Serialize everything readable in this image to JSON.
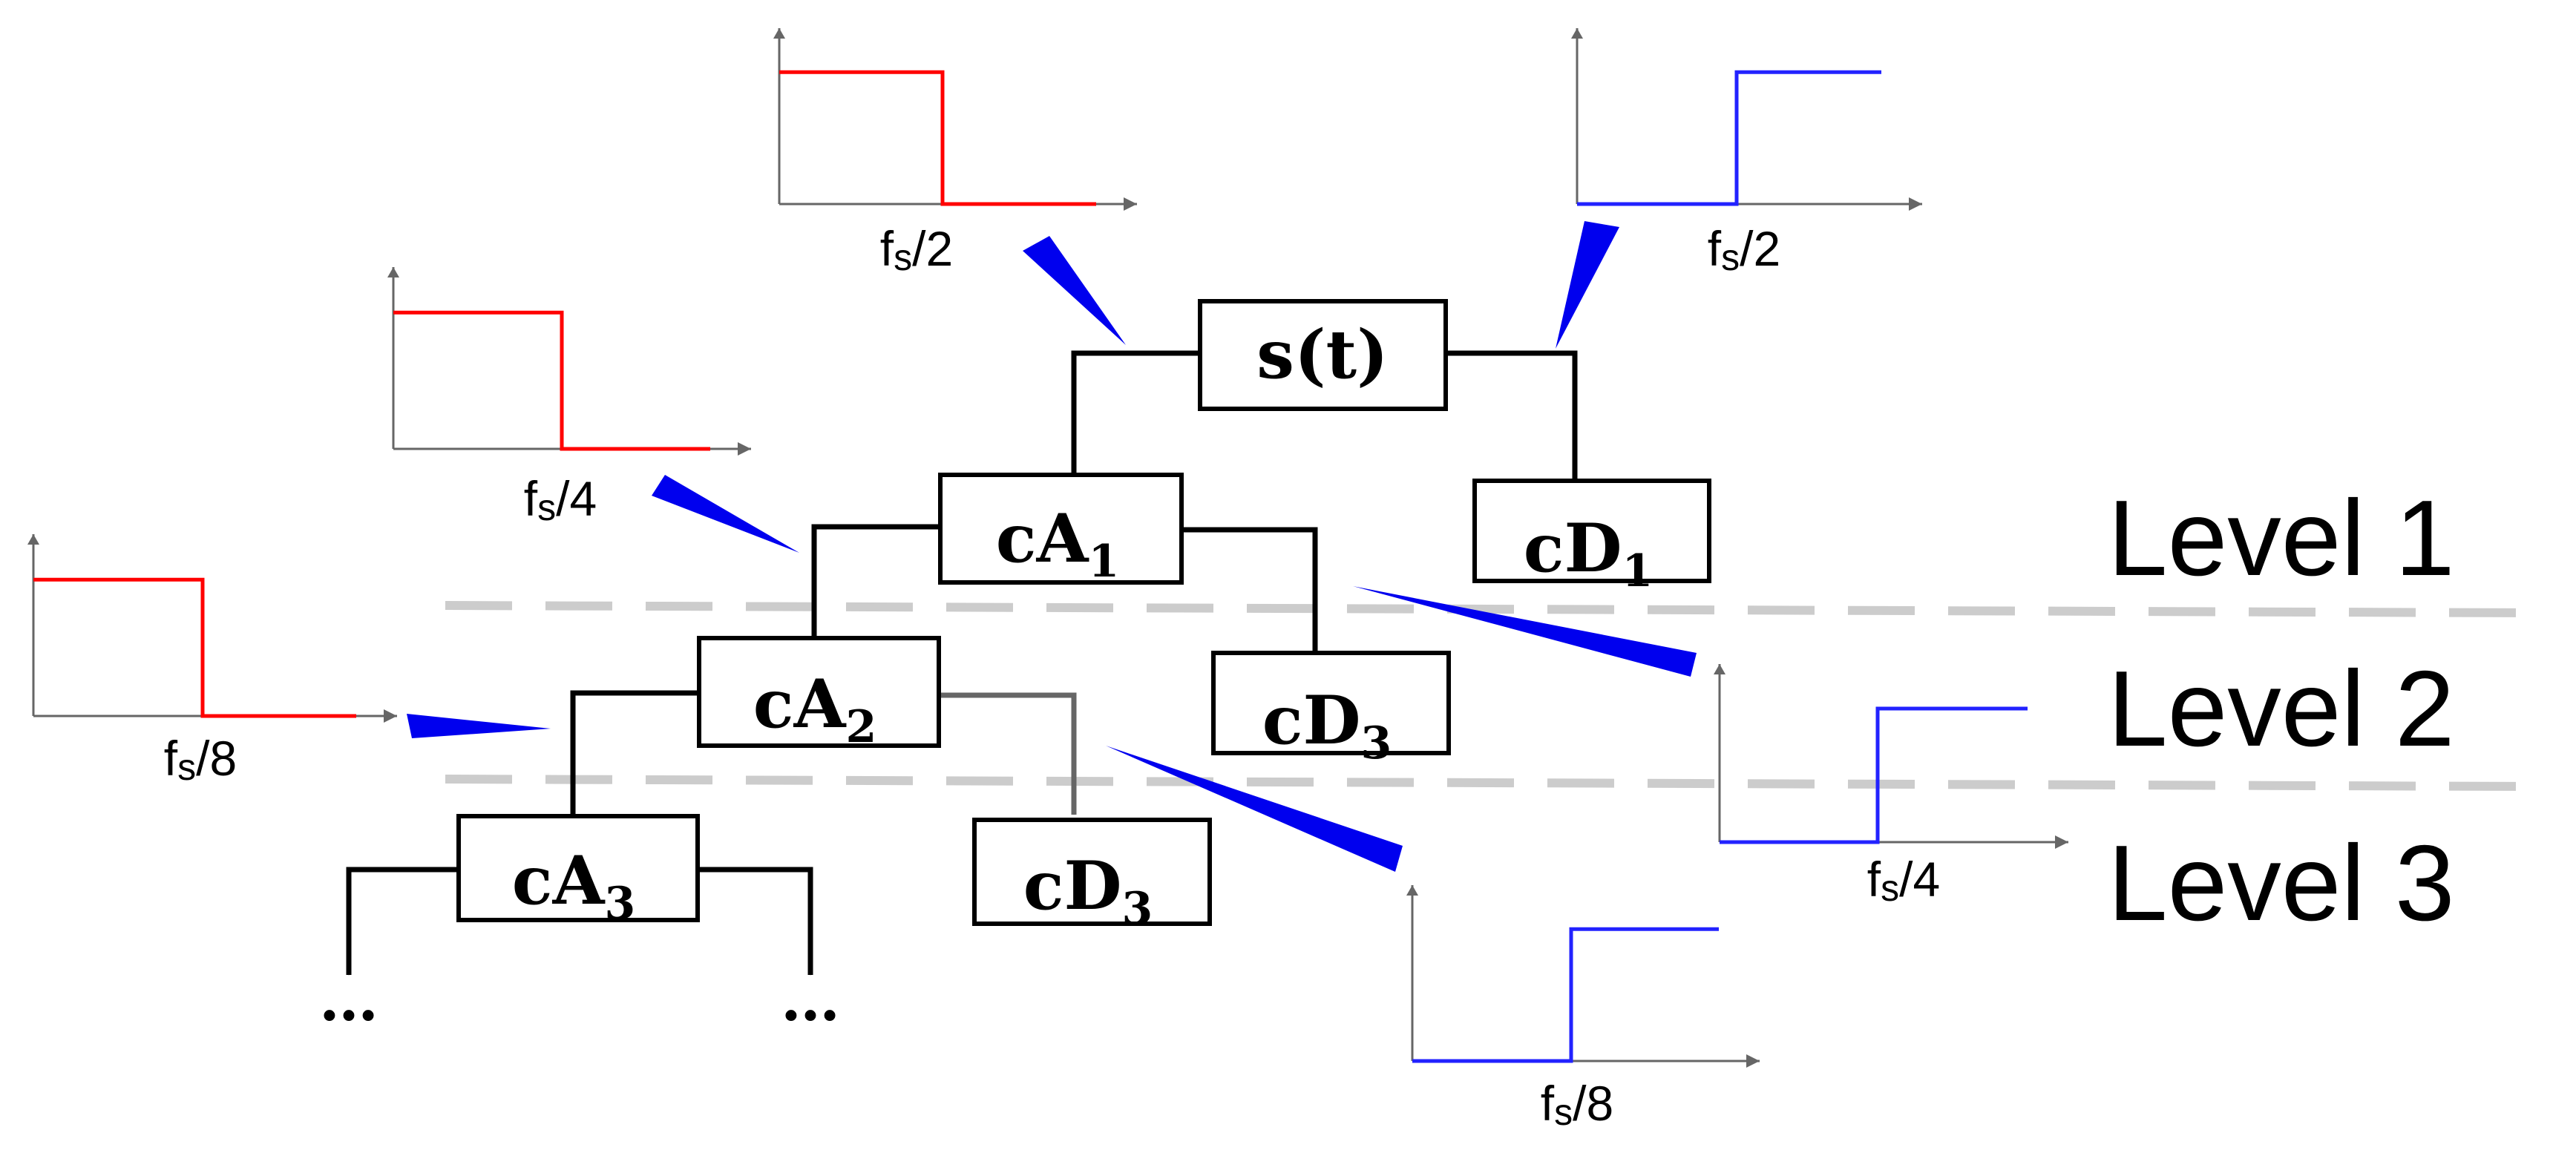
{
  "colors": {
    "lowpass": "#ff0000",
    "highpass": "#2222ff",
    "pointer": "#0000ee",
    "axis": "#666666",
    "tree": "#000000",
    "divider": "#cccccc"
  },
  "nodes": {
    "signal": {
      "main": "s(t)",
      "sub": ""
    },
    "ca1": {
      "main": "cA",
      "sub": "1"
    },
    "cd1": {
      "main": "cD",
      "sub": "1"
    },
    "ca2": {
      "main": "cA",
      "sub": "2"
    },
    "cd2": {
      "main": "cD",
      "sub": "3"
    },
    "ca3": {
      "main": "cA",
      "sub": "3"
    },
    "cd3": {
      "main": "cD",
      "sub": "3"
    }
  },
  "levels": [
    "Level 1",
    "Level 2",
    "Level 3"
  ],
  "continuation": "…",
  "filters": {
    "low1": {
      "base": "f",
      "sub": "s",
      "denom": "/2",
      "kind": "lowpass"
    },
    "high1": {
      "base": "f",
      "sub": "s",
      "denom": "/2",
      "kind": "highpass"
    },
    "low2": {
      "base": "f",
      "sub": "s",
      "denom": "/4",
      "kind": "lowpass"
    },
    "high2": {
      "base": "f",
      "sub": "s",
      "denom": "/4",
      "kind": "highpass"
    },
    "low3": {
      "base": "f",
      "sub": "s",
      "denom": "/8",
      "kind": "lowpass"
    },
    "high3": {
      "base": "f",
      "sub": "s",
      "denom": "/8",
      "kind": "highpass"
    }
  }
}
